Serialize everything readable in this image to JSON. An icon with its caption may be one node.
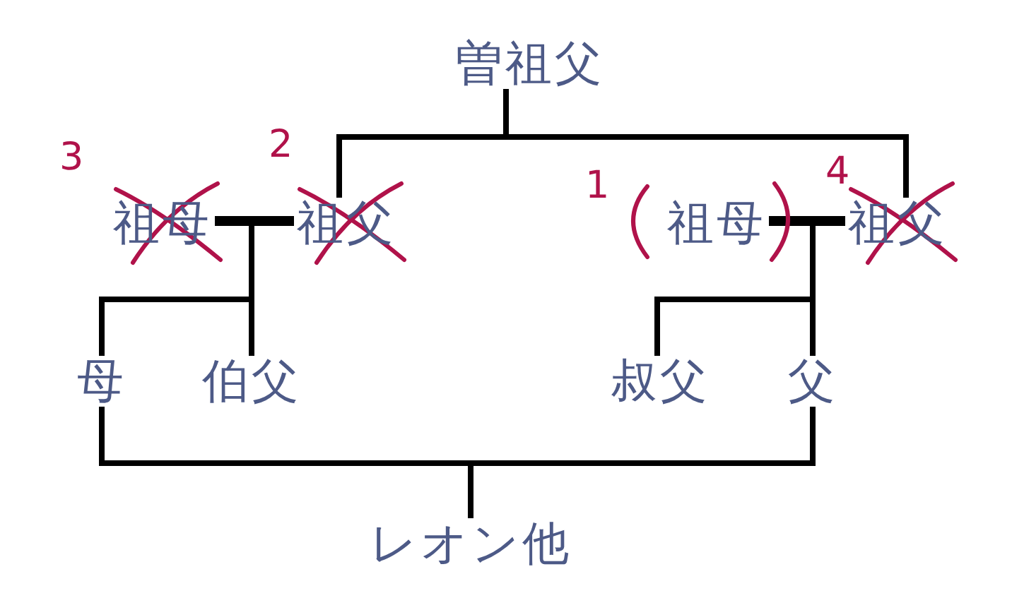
{
  "diagram": {
    "nodes": [
      {
        "text": [
          "曽祖父"
        ]
      },
      {
        "text": [
          "祖母"
        ],
        "beside": [
          "3"
        ]
      },
      {
        "text": [
          "祖父"
        ],
        "beside": [
          "2"
        ]
      },
      {
        "text": [
          "祖母"
        ],
        "beside": [
          "1"
        ]
      },
      {
        "text": [
          "祖父"
        ],
        "beside": [
          "4"
        ]
      },
      {
        "text": [
          "母"
        ]
      },
      {
        "text": [
          "伯父"
        ]
      },
      {
        "text": [
          "叔父"
        ]
      },
      {
        "text": [
          "父"
        ]
      },
      {
        "text": [
          "レオン他"
        ]
      }
    ],
    "edges": [
      {
        "from": 0,
        "to": 2,
        "arrow": "none"
      },
      {
        "from": 0,
        "to": 4,
        "arrow": "none"
      },
      {
        "from": 1,
        "to": 2,
        "arrow": "none"
      },
      {
        "from": 1,
        "to": 5,
        "arrow": "none"
      },
      {
        "from": 2,
        "to": 5,
        "arrow": "none"
      },
      {
        "from": 1,
        "to": 6,
        "arrow": "none"
      },
      {
        "from": 2,
        "to": 6,
        "arrow": "none"
      },
      {
        "from": 3,
        "to": 4,
        "arrow": "none"
      },
      {
        "from": 3,
        "to": 7,
        "arrow": "none"
      },
      {
        "from": 4,
        "to": 7,
        "arrow": "none"
      },
      {
        "from": 3,
        "to": 8,
        "arrow": "none"
      },
      {
        "from": 4,
        "to": 8,
        "arrow": "none"
      },
      {
        "from": 5,
        "to": 9,
        "arrow": "none"
      },
      {
        "from": 8,
        "to": 9,
        "arrow": "none"
      }
    ]
  }
}
